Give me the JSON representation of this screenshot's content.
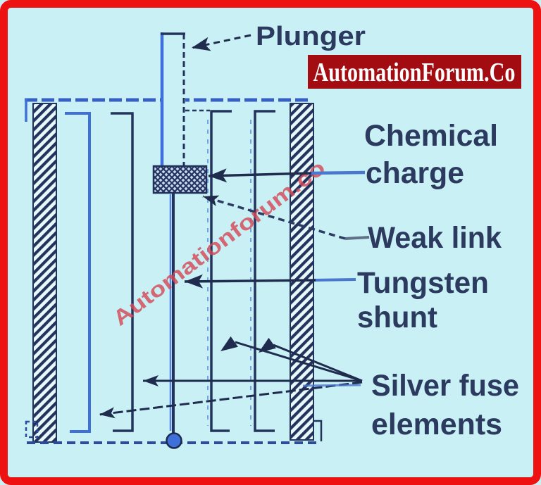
{
  "frame": {
    "border_color": "#ee1111",
    "background": "#c9f0f4"
  },
  "banner": {
    "text": "AutomationForum.Co",
    "background": "#a30d12",
    "text_color": "#ffffff"
  },
  "watermark": {
    "text": "Automationforum.co",
    "color": "#d64a58"
  },
  "diagram": {
    "labels": {
      "plunger": "Plunger",
      "chemical_1": "Chemical",
      "chemical_2": "charge",
      "weak_link": "Weak link",
      "tungsten_1": "Tungsten",
      "tungsten_2": "shunt",
      "silver_1": "Silver fuse",
      "silver_2": "elements"
    },
    "colors": {
      "navy": "#1f2c4e",
      "blue": "#3f6fd8",
      "label_text": "#2b3a5e"
    }
  }
}
